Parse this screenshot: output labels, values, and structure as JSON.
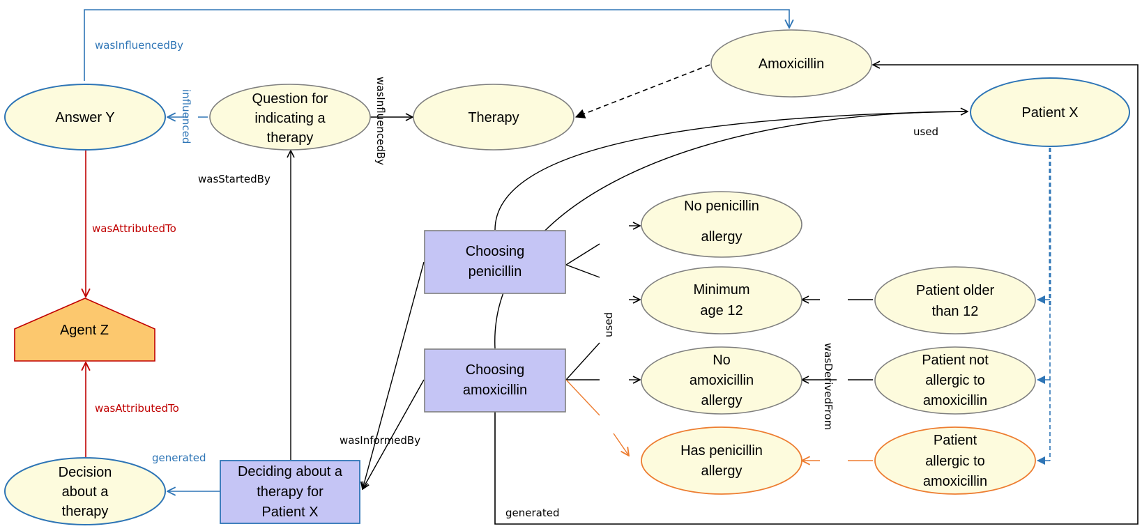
{
  "colors": {
    "entity_fill": "#fdfbdd",
    "entity_stroke": "#7f7f7f",
    "blue": "#2e75b6",
    "orange": "#ed7d31",
    "red": "#c00000",
    "activity_fill": "#c5c5f5",
    "agent_fill": "#fcc86e"
  },
  "nodes": {
    "answer_y": "Answer Y",
    "question": [
      "Question for",
      "indicating a",
      "therapy"
    ],
    "therapy": "Therapy",
    "amoxicillin": "Amoxicillin",
    "patient_x": "Patient X",
    "agent_z": "Agent Z",
    "decision": [
      "Decision",
      "about a",
      "therapy"
    ],
    "deciding": [
      "Deciding about a",
      "therapy for",
      "Patient X"
    ],
    "choosing_penicillin": [
      "Choosing",
      "penicillin"
    ],
    "choosing_amoxicillin": [
      "Choosing",
      "amoxicillin"
    ],
    "no_penicillin_allergy": [
      "No penicillin",
      "allergy"
    ],
    "minimum_age": [
      "Minimum",
      "age 12"
    ],
    "no_amoxicillin_allergy": [
      "No",
      "amoxicillin",
      "allergy"
    ],
    "has_penicillin_allergy": [
      "Has penicillin",
      "allergy"
    ],
    "patient_older": [
      "Patient older",
      "than 12"
    ],
    "patient_not_allergic": [
      "Patient not",
      "allergic to",
      "amoxicillin"
    ],
    "patient_allergic": [
      "Patient",
      "allergic to",
      "amoxicillin"
    ]
  },
  "labels": {
    "was_influenced_by_top": "wasInfluencedBy",
    "influenced": "influenced",
    "was_influenced_by_mid": "wasInfluencedBy",
    "was_attributed_to_top": "wasAttributedTo",
    "was_attributed_to_bottom": "wasAttributedTo",
    "was_started_by": "wasStartedBy",
    "was_informed_by": "wasInformedBy",
    "generated_left": "generated",
    "generated_bottom": "generated",
    "used_top": "used",
    "used_mid": "used",
    "was_derived_from": "wasDerivedFrom"
  }
}
